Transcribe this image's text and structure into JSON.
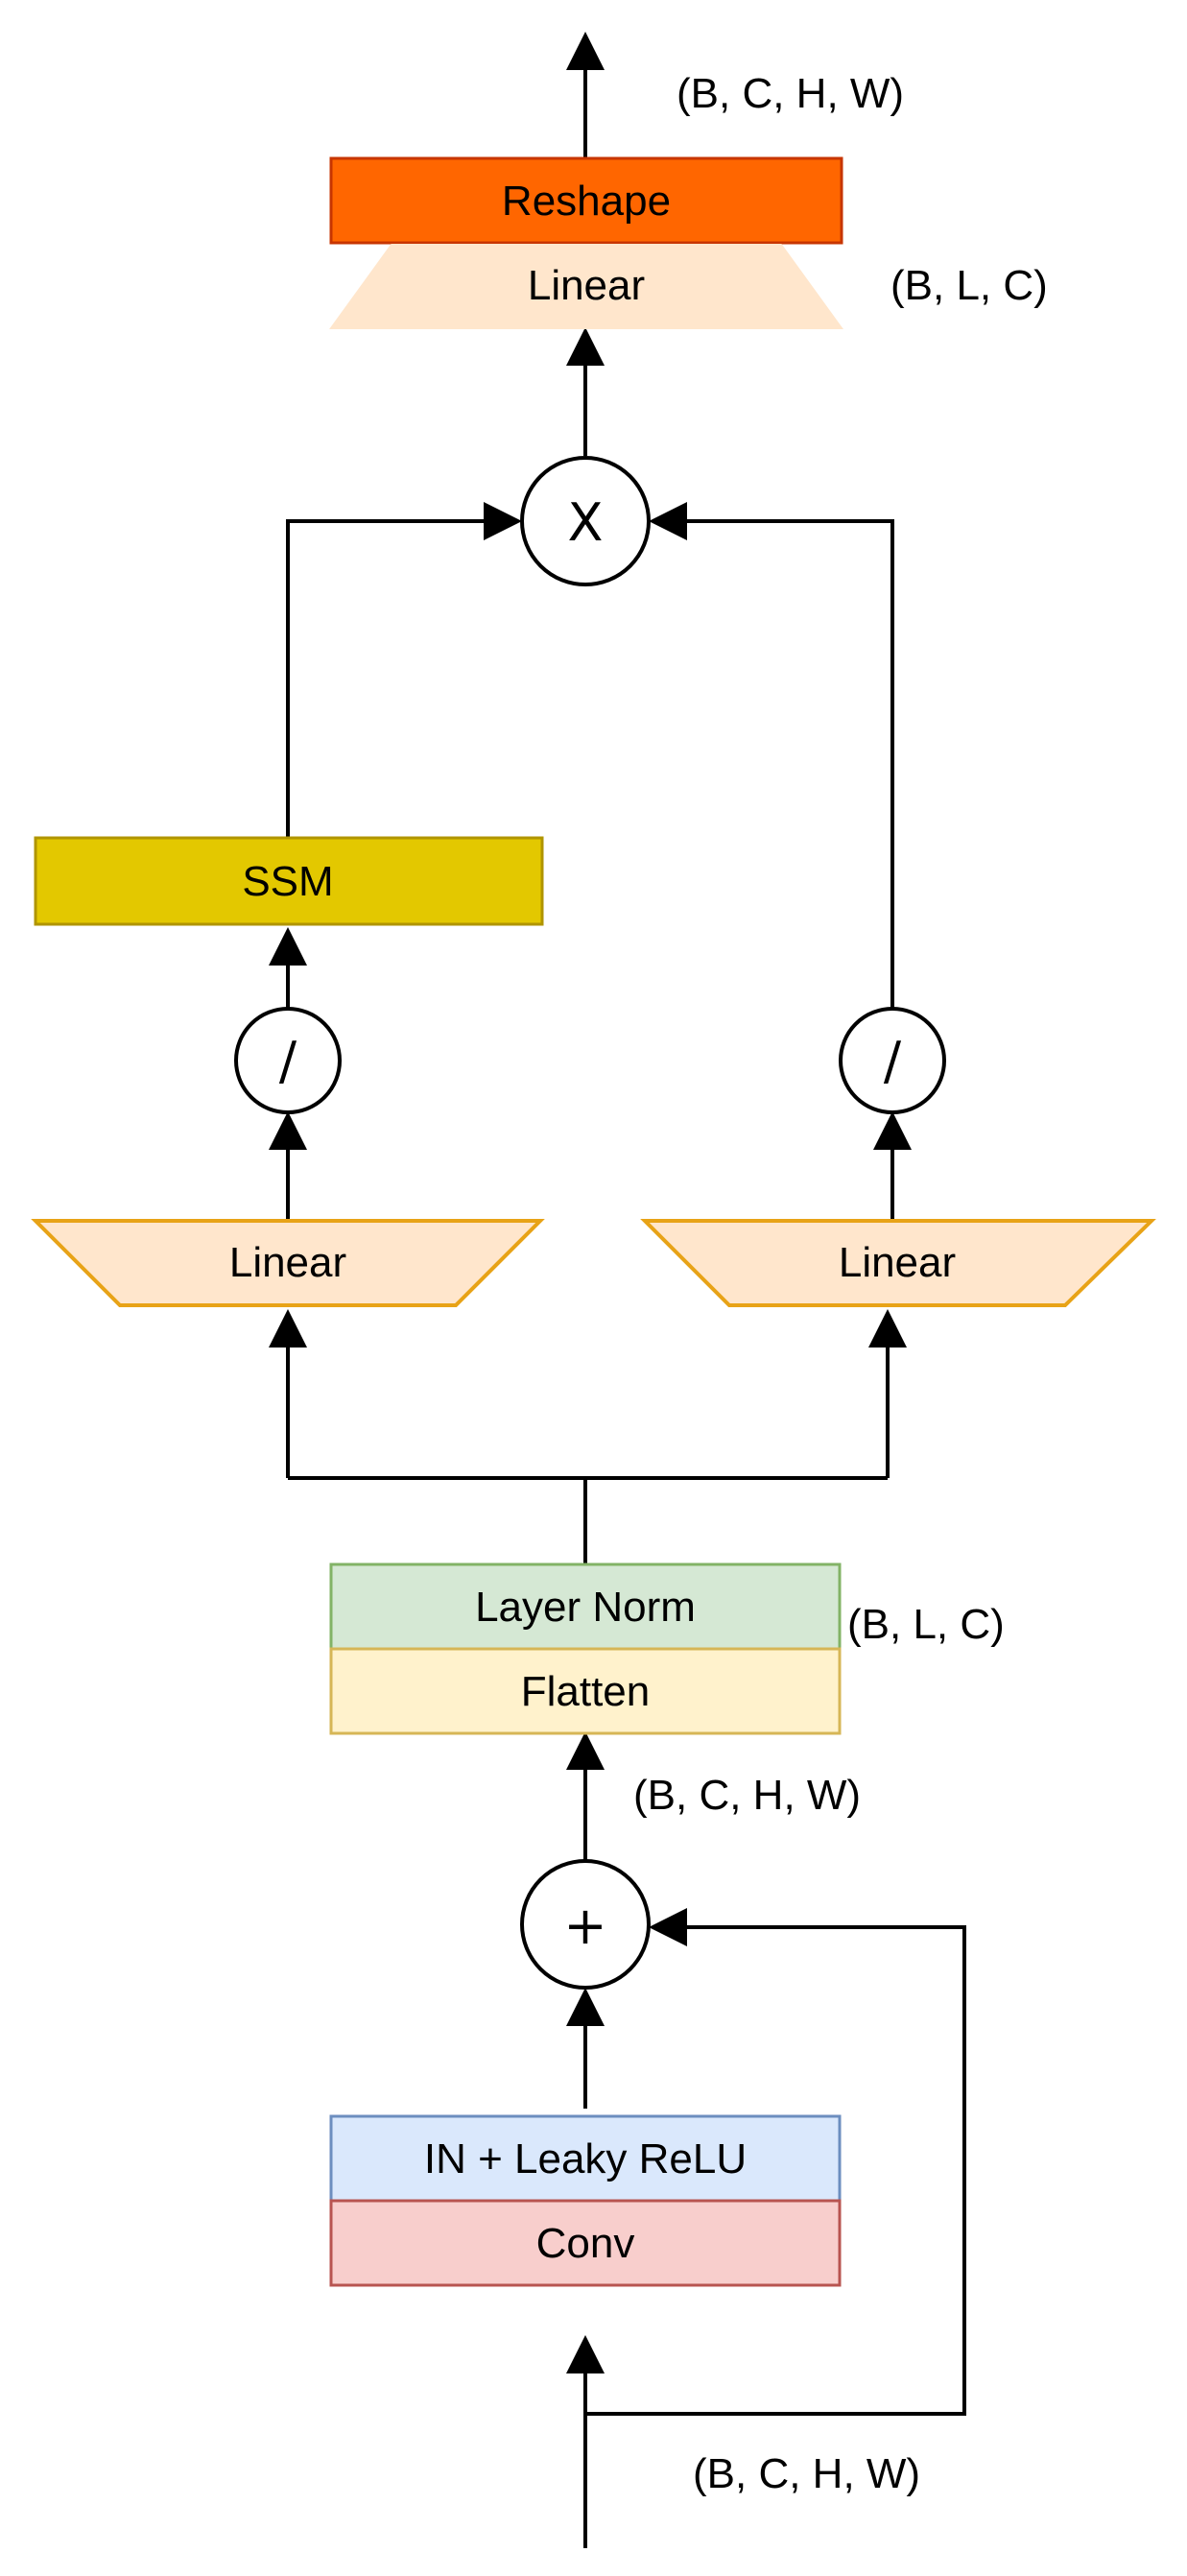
{
  "diagram": {
    "blocks": {
      "reshape": {
        "label": "Reshape",
        "fill": "#FF6600",
        "stroke": "#C73500"
      },
      "linear_out": {
        "label": "Linear",
        "fill": "#FFE6CC",
        "stroke": "#FFE6CC"
      },
      "ssm": {
        "label": "SSM",
        "fill": "#E3C800",
        "stroke": "#B09500"
      },
      "linear_left": {
        "label": "Linear",
        "fill": "#FFE6CC",
        "stroke": "#E8A317"
      },
      "linear_right": {
        "label": "Linear",
        "fill": "#FFE6CC",
        "stroke": "#E8A317"
      },
      "layer_norm": {
        "label": "Layer Norm",
        "fill": "#D5E8D4",
        "stroke": "#82B366"
      },
      "flatten": {
        "label": "Flatten",
        "fill": "#FFF2CC",
        "stroke": "#D6B656"
      },
      "in_leaky_relu": {
        "label": "IN + Leaky ReLU",
        "fill": "#DAE8FC",
        "stroke": "#6C8EBF"
      },
      "conv": {
        "label": "Conv",
        "fill": "#F8CECC",
        "stroke": "#B85450"
      }
    },
    "operators": {
      "multiply": "X",
      "add": "+",
      "activation_left": "/",
      "activation_right": "/"
    },
    "shape_labels": {
      "output": "(B, C, H, W)",
      "after_linear": "(B, L, C)",
      "after_flatten": "(B, L, C)",
      "after_add": "(B, C, H, W)",
      "input": "(B, C, H, W)"
    }
  }
}
